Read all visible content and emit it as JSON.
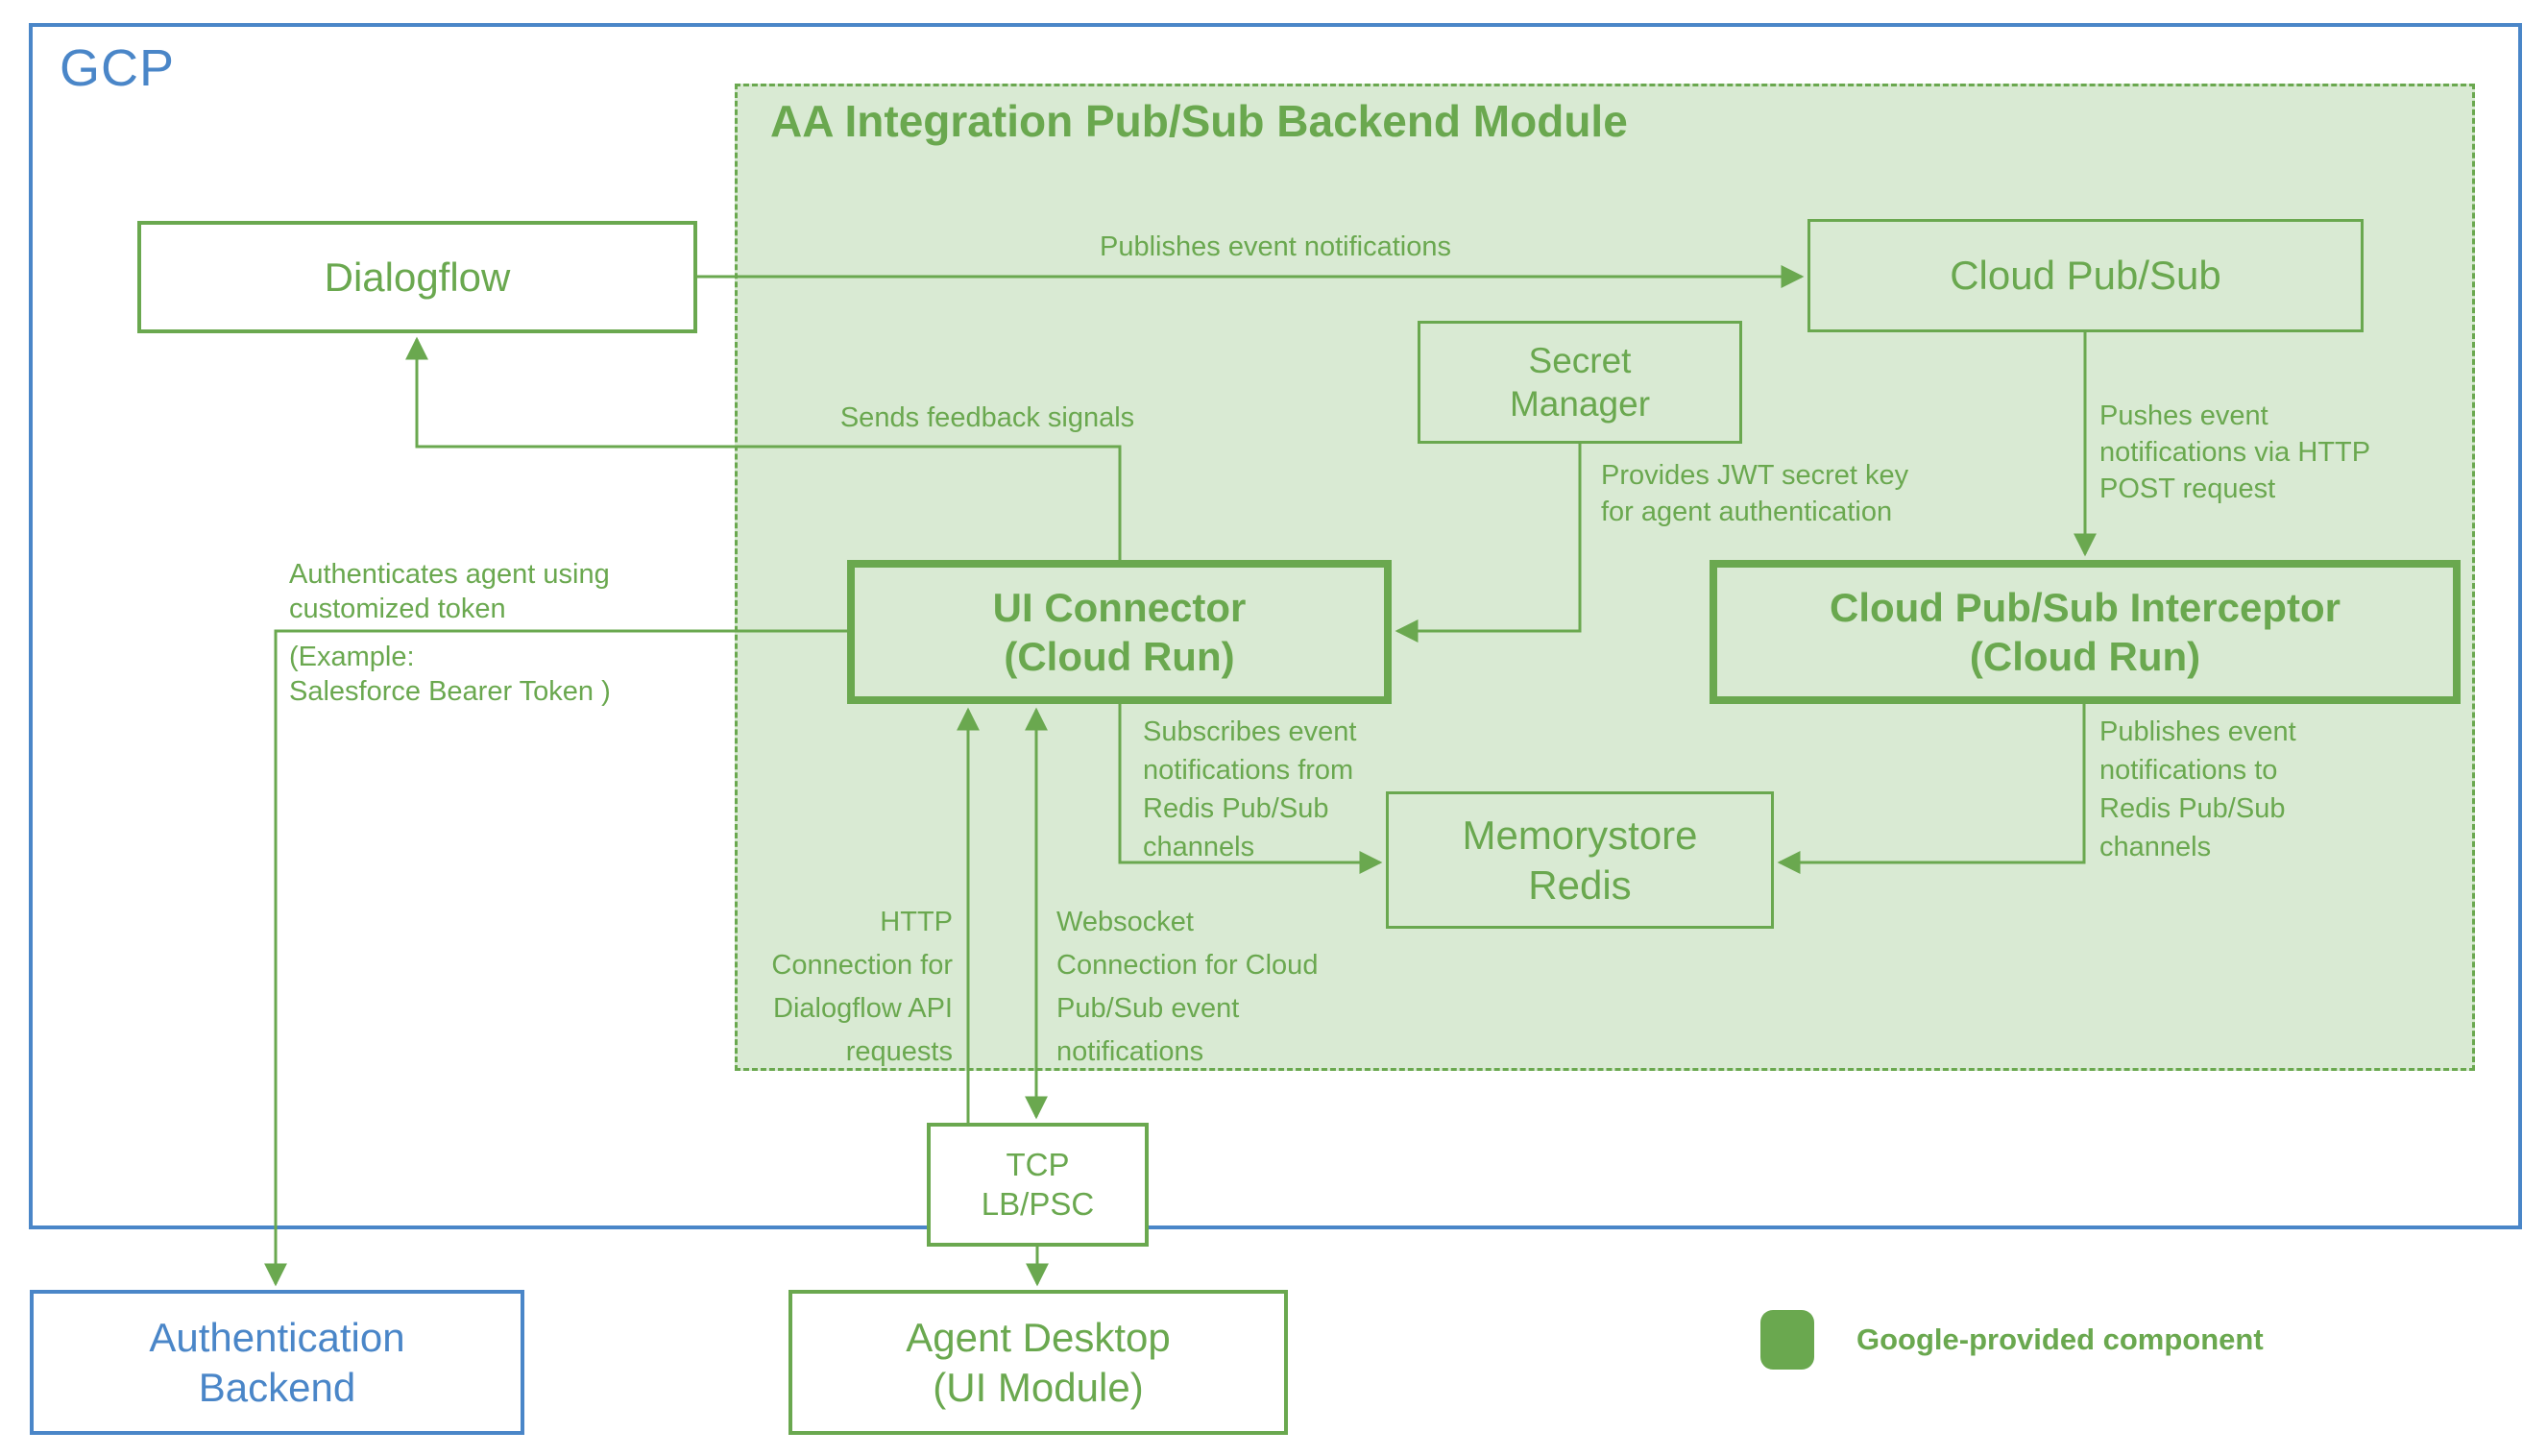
{
  "gcp": {
    "label": "GCP"
  },
  "module": {
    "title": "AA Integration Pub/Sub Backend Module"
  },
  "nodes": {
    "dialogflow": "Dialogflow",
    "cloud_pubsub": "Cloud Pub/Sub",
    "secret_manager": "Secret\nManager",
    "ui_connector": "UI Connector\n(Cloud Run)",
    "interceptor": "Cloud Pub/Sub Interceptor\n(Cloud Run)",
    "memorystore": "Memorystore\nRedis",
    "tcp_lb": "TCP\nLB/PSC",
    "auth_backend": "Authentication\nBackend",
    "agent_desktop": "Agent Desktop\n(UI Module)"
  },
  "edges": {
    "publishes_event": "Publishes event notifications",
    "sends_feedback": "Sends feedback signals",
    "pushes_event": "Pushes event\nnotifications via HTTP\nPOST request",
    "provides_jwt": "Provides JWT secret key\nfor agent authentication",
    "authenticates_top": "Authenticates agent using\ncustomized token",
    "authenticates_bottom": "(Example:\nSalesforce Bearer Token )",
    "subscribes": "Subscribes event\nnotifications from\nRedis Pub/Sub\nchannels",
    "publishes_redis": "Publishes event\nnotifications to\nRedis Pub/Sub\nchannels",
    "http_connection": "HTTP\nConnection for\nDialogflow API\nrequests",
    "websocket_connection": "Websocket\nConnection for Cloud\nPub/Sub event\nnotifications"
  },
  "legend": {
    "label": "Google-provided component",
    "swatch_color": "#6aa84f"
  },
  "colors": {
    "green": "#6aa84f",
    "light_green": "#d9ead3",
    "blue": "#4a86c8"
  }
}
